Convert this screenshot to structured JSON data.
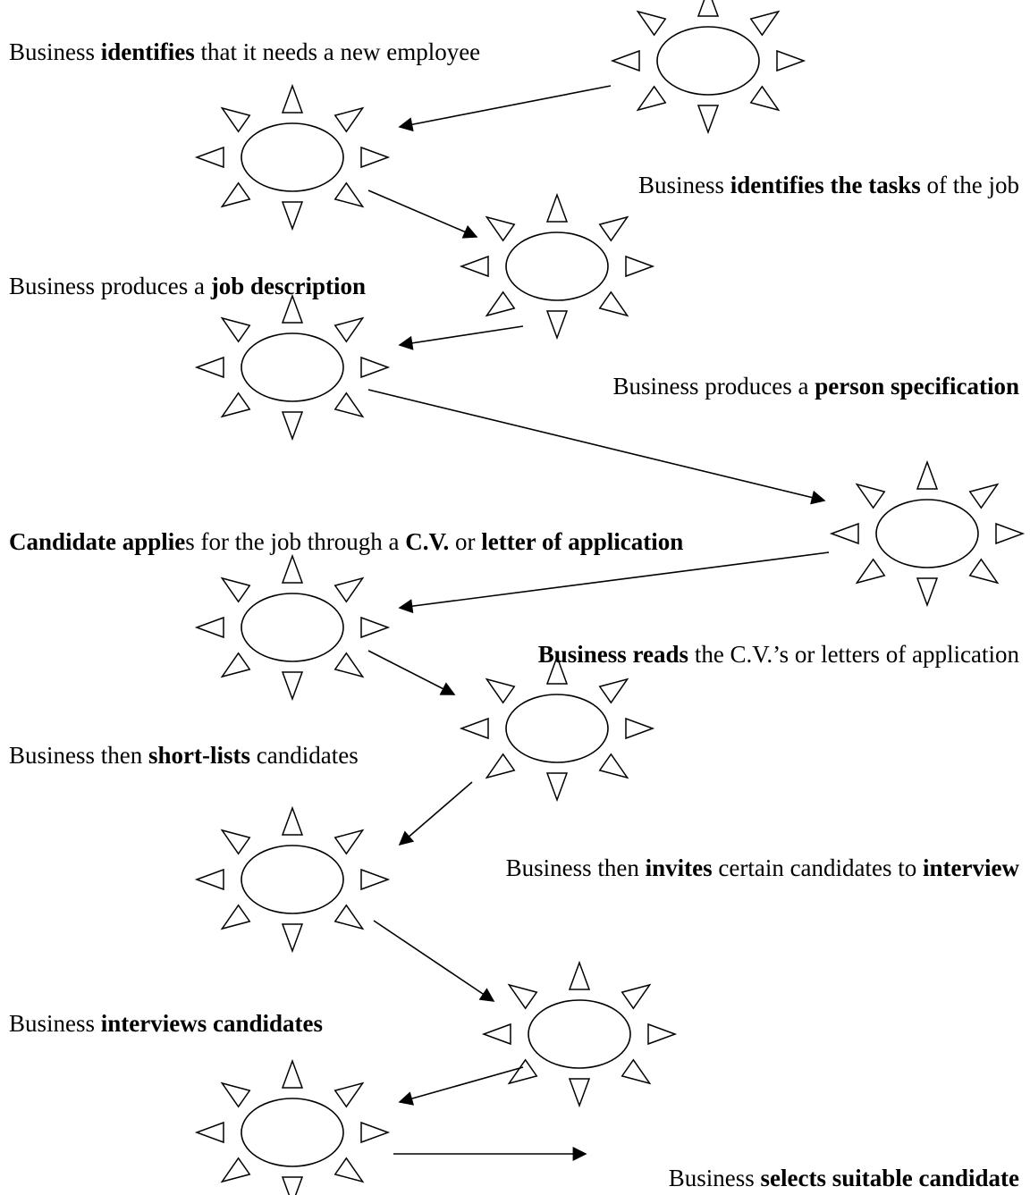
{
  "colors": {
    "ink": "#000000",
    "background": "#ffffff"
  },
  "steps": [
    {
      "segments": [
        {
          "text": "Business ",
          "bold": false
        },
        {
          "text": "identifies",
          "bold": true
        },
        {
          "text": " that it needs a new employee",
          "bold": false
        }
      ]
    },
    {
      "segments": [
        {
          "text": "Business ",
          "bold": false
        },
        {
          "text": "identifies the tasks",
          "bold": true
        },
        {
          "text": " of the job",
          "bold": false
        }
      ]
    },
    {
      "segments": [
        {
          "text": "Business produces a ",
          "bold": false
        },
        {
          "text": "job description",
          "bold": true
        }
      ]
    },
    {
      "segments": [
        {
          "text": "Business produces a ",
          "bold": false
        },
        {
          "text": "person specification",
          "bold": true
        }
      ]
    },
    {
      "segments": [
        {
          "text": "Candidate applie",
          "bold": true
        },
        {
          "text": "s for the job through a ",
          "bold": false
        },
        {
          "text": "C.V.",
          "bold": true
        },
        {
          "text": " or ",
          "bold": false
        },
        {
          "text": "letter of application",
          "bold": true
        }
      ]
    },
    {
      "segments": [
        {
          "text": "Business reads",
          "bold": true
        },
        {
          "text": " the C.V.’s or letters of application",
          "bold": false
        }
      ]
    },
    {
      "segments": [
        {
          "text": "Business then ",
          "bold": false
        },
        {
          "text": "short-lists",
          "bold": true
        },
        {
          "text": " candidates",
          "bold": false
        }
      ]
    },
    {
      "segments": [
        {
          "text": "Business then ",
          "bold": false
        },
        {
          "text": "invites",
          "bold": true
        },
        {
          "text": " certain candidates to ",
          "bold": false
        },
        {
          "text": "interview",
          "bold": true
        }
      ]
    },
    {
      "segments": [
        {
          "text": "Business ",
          "bold": false
        },
        {
          "text": "interviews candidates",
          "bold": true
        }
      ]
    },
    {
      "segments": [
        {
          "text": "Business ",
          "bold": false
        },
        {
          "text": "selects suitable candidate",
          "bold": true
        }
      ]
    }
  ]
}
